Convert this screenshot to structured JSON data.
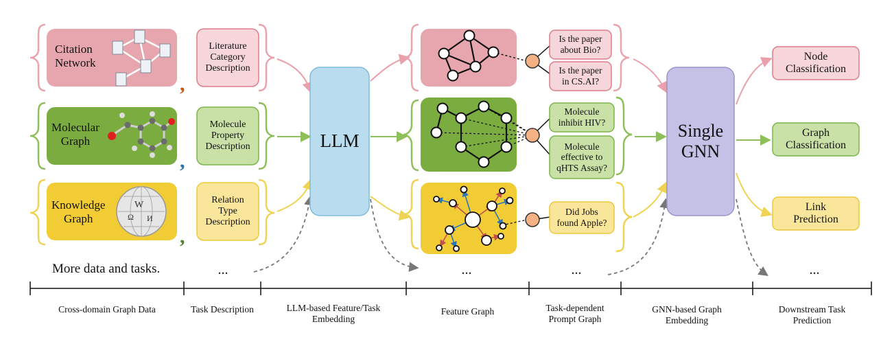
{
  "data_sources": [
    {
      "label_line1": "Citation",
      "label_line2": "Network",
      "icon": "document-network-icon"
    },
    {
      "label_line1": "Molecular",
      "label_line2": "Graph",
      "icon": "molecule-icon"
    },
    {
      "label_line1": "Knowledge",
      "label_line2": "Graph",
      "icon": "wikipedia-globe-icon"
    }
  ],
  "more_data": "More data and tasks.",
  "task_descriptions": [
    {
      "line1": "Literature",
      "line2": "Category",
      "line3": "Description"
    },
    {
      "line1": "Molecule",
      "line2": "Property",
      "line3": "Description"
    },
    {
      "line1": "Relation",
      "line2": "Type",
      "line3": "Description"
    }
  ],
  "llm_label": "LLM",
  "prompts": [
    {
      "line1": "Is the paper",
      "line2": "about Bio?",
      "line3": ""
    },
    {
      "line1": "Is the paper",
      "line2": "in CS.AI?",
      "line3": ""
    },
    {
      "line1": "Molecule",
      "line2": "inhibit HIV?",
      "line3": ""
    },
    {
      "line1": "Molecule",
      "line2": "effective to",
      "line3": "qHTS Assay?"
    },
    {
      "line1": "Did Jobs",
      "line2": "found Apple?",
      "line3": ""
    }
  ],
  "gnn_label_line1": "Single",
  "gnn_label_line2": "GNN",
  "outputs": [
    {
      "line1": "Node",
      "line2": "Classification"
    },
    {
      "line1": "Graph",
      "line2": "Classification"
    },
    {
      "line1": "Link",
      "line2": "Prediction"
    }
  ],
  "ellipsis": "...",
  "stages": [
    {
      "line1": "Cross-domain Graph Data",
      "line2": ""
    },
    {
      "line1": "Task Description",
      "line2": ""
    },
    {
      "line1": "LLM-based Feature/Task",
      "line2": "Embedding"
    },
    {
      "line1": "Feature Graph",
      "line2": ""
    },
    {
      "line1": "Task-dependent",
      "line2": "Prompt Graph"
    },
    {
      "line1": "GNN-based Graph",
      "line2": "Embedding"
    },
    {
      "line1": "Downstream Task",
      "line2": "Prediction"
    }
  ],
  "colors": {
    "pink_fill": "#e7a6ae",
    "pink_light": "#f6d6da",
    "pink_stroke": "#e07b88",
    "green_fill": "#7bac3f",
    "green_light": "#c9e0a6",
    "green_stroke": "#7bb548",
    "yellow_fill": "#f2cc35",
    "yellow_light": "#f9e69a",
    "yellow_stroke": "#e9c93a",
    "llm_fill": "#b9dcee",
    "llm_stroke": "#7fbbd9",
    "gnn_fill": "#c4c0e6",
    "gnn_stroke": "#9a94cc",
    "prompt_node": "#f4b183",
    "comma": "#c55a11"
  }
}
